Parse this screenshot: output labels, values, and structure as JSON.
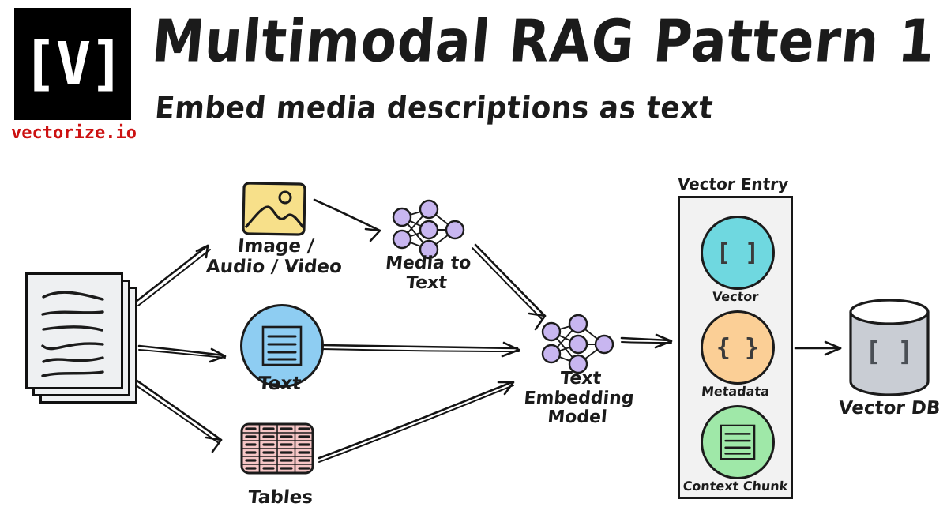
{
  "header": {
    "logo_mark": "[V]",
    "logo_icon": "vectorize-logo-icon",
    "brand": "vectorize.io",
    "title": "Multimodal RAG Pattern 1",
    "subtitle": "Embed media descriptions as text"
  },
  "diagram": {
    "source": {
      "label": "",
      "icon": "document-stack-icon",
      "pages": 3,
      "lines": 6
    },
    "branches": [
      {
        "id": "media",
        "label": "Image /\nAudio / Video",
        "icon": "image-icon",
        "color": "#f7e08a"
      },
      {
        "id": "text",
        "label": "Text",
        "icon": "text-document-icon",
        "color": "#8ecdf2"
      },
      {
        "id": "tables",
        "label": "Tables",
        "icon": "table-grid-icon",
        "color": "#f6c6c6"
      }
    ],
    "media_to_text": {
      "label": "Media to\nText",
      "icon": "neural-network-icon",
      "node_color": "#c8b6f0"
    },
    "embedding_model": {
      "label": "Text\nEmbedding\nModel",
      "icon": "neural-network-icon",
      "node_color": "#c8b6f0"
    },
    "vector_entry": {
      "title": "Vector Entry",
      "items": [
        {
          "label": "Vector",
          "symbol": "[ ]",
          "icon": "brackets-icon",
          "color": "#6fd8e0"
        },
        {
          "label": "Metadata",
          "symbol": "{ }",
          "icon": "braces-icon",
          "color": "#fbcf96"
        },
        {
          "label": "Context Chunk",
          "symbol": "",
          "icon": "text-document-icon",
          "color": "#9fe8a8"
        }
      ]
    },
    "vector_db": {
      "label": "Vector DB",
      "symbol": "[ ]",
      "icon": "database-cylinder-icon",
      "color": "#c9cdd4"
    }
  },
  "colors": {
    "brand_red": "#cc1111",
    "ink": "#1b1b1b",
    "media_yellow": "#f7e08a",
    "text_blue": "#8ecdf2",
    "table_pink": "#f6c6c6",
    "nn_purple": "#c8b6f0",
    "vector_cyan": "#6fd8e0",
    "metadata_orange": "#fbcf96",
    "chunk_green": "#9fe8a8",
    "db_gray": "#c9cdd4",
    "panel_gray": "#f2f2f2"
  }
}
